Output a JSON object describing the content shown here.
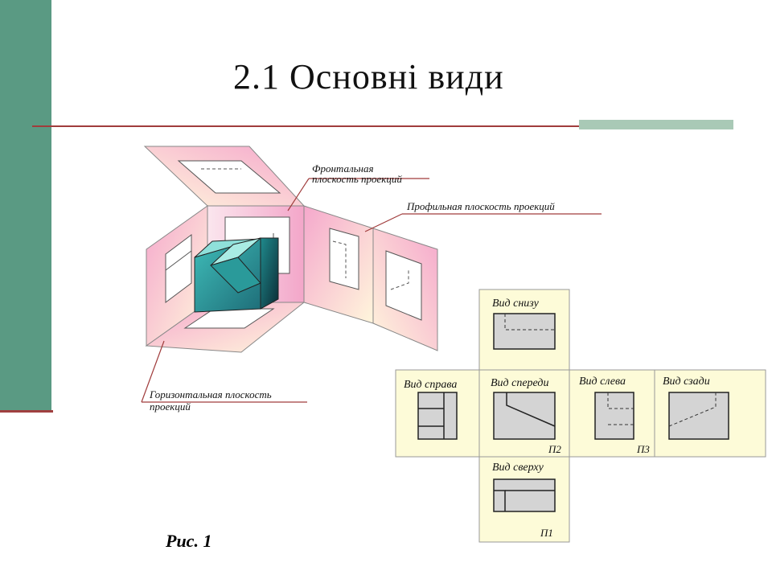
{
  "slide": {
    "title": "2.1 Основні види",
    "caption": "Рис. 1"
  },
  "diagram_3d": {
    "frontal_label_line1": "Фронтальная",
    "frontal_label_line2": "плоскость проекций",
    "profile_label": "Профильная плоскость проекций",
    "horizontal_label_line1": "Горизонтальная плоскость",
    "horizontal_label_line2": "проекций"
  },
  "views_layout": {
    "bottom_view": "Вид снизу",
    "right_view": "Вид справа",
    "front_view": "Вид спереди",
    "left_view": "Вид слева",
    "back_view": "Вид сзади",
    "top_view": "Вид сверху",
    "plane_front": "П2",
    "plane_profile": "П3",
    "plane_horizontal": "П1"
  },
  "colors": {
    "left_bar": "#5a9a83",
    "rule": "#a03c3c",
    "panel_fill": "#fdfbd8",
    "view_fill": "#d4d4d4",
    "plane_pink": "#f6b6d4"
  }
}
